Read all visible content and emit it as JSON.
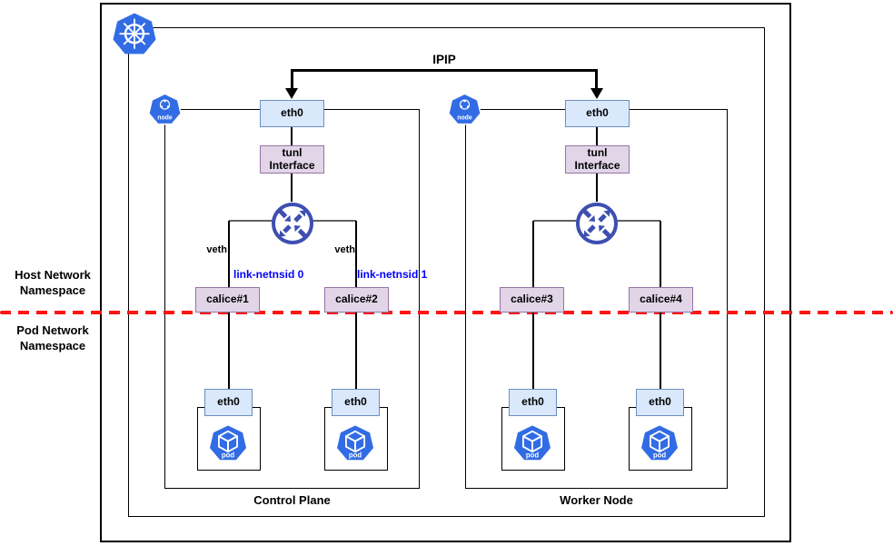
{
  "labels": {
    "ipip": "IPIP",
    "host_namespace_line1": "Host Network",
    "host_namespace_line2": "Namespace",
    "pod_namespace_line1": "Pod Network",
    "pod_namespace_line2": "Namespace"
  },
  "control_plane": {
    "title": "Control Plane",
    "node_icon_label": "node",
    "host_eth0": "eth0",
    "tunl_line1": "tunl",
    "tunl_line2": "Interface",
    "veth_left": "veth",
    "veth_right": "veth",
    "link_left": "link-netnsid 0",
    "link_right": "link-netnsid 1",
    "calice_left": "calice#1",
    "calice_right": "calice#2",
    "pod_left_eth0": "eth0",
    "pod_left_icon_label": "pod",
    "pod_right_eth0": "eth0",
    "pod_right_icon_label": "pod"
  },
  "worker_node": {
    "title": "Worker Node",
    "node_icon_label": "node",
    "host_eth0": "eth0",
    "tunl_line1": "tunl",
    "tunl_line2": "Interface",
    "calice_left": "calice#3",
    "calice_right": "calice#4",
    "pod_left_eth0": "eth0",
    "pod_left_icon_label": "pod",
    "pod_right_eth0": "eth0",
    "pod_right_icon_label": "pod"
  },
  "colors": {
    "k8s_blue": "#326ce5",
    "router_indigo": "#3e4fb1",
    "eth0_fill": "#dae8fc",
    "eth0_border": "#6c8ebf",
    "tunnel_fill": "#e1d5e7",
    "tunnel_border": "#9673a6",
    "namespace_divider_red": "#ff1414",
    "link_label_blue": "#0000ff",
    "connector_gray": "#616161",
    "line_black": "#000000"
  }
}
